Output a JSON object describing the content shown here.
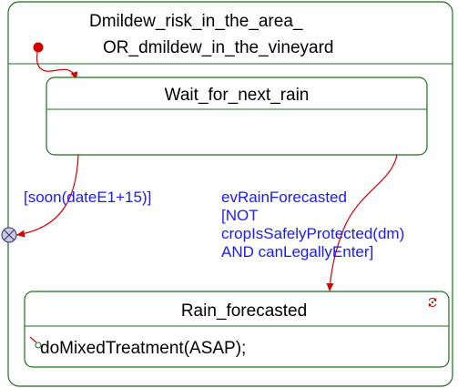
{
  "outer_state": {
    "name_line1": "Dmildew_risk_in_the_area_",
    "name_line2": "OR_dmildew_in_the_vineyard"
  },
  "wait_state": {
    "name": "Wait_for_next_rain"
  },
  "rain_state": {
    "name": "Rain_forecasted",
    "entry_action": "doMixedTreatment(ASAP);",
    "loop_icon": "cycle-icon",
    "entry_icon": "entry-action-icon"
  },
  "transitions": {
    "timeout_guard": "[soon(dateE1+15)]",
    "forecast_line1": "evRainForecasted",
    "forecast_line2": "[NOT",
    "forecast_line3": "cropIsSafelyProtected(dm)",
    "forecast_line4": "AND canLegallyEnter]"
  },
  "colors": {
    "state_border": "#1f6e1f",
    "transition": "#d40000",
    "guard_text": "#1a1aff",
    "exit_point_fill": "#c7c9e6"
  }
}
